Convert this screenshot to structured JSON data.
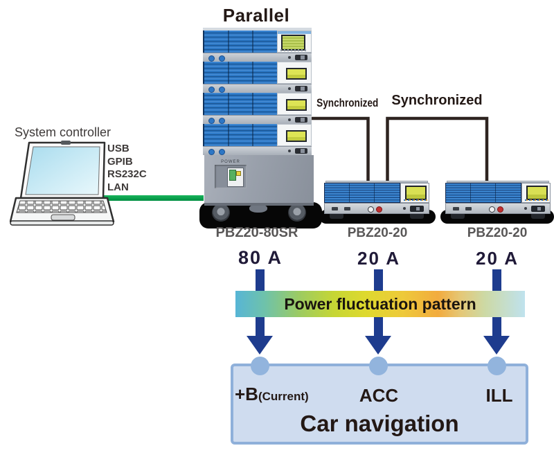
{
  "diagram": {
    "title": "Parallel",
    "controller": {
      "label": "System controller",
      "interfaces": [
        "USB",
        "GPIB",
        "RS232C",
        "LAN"
      ]
    },
    "sync_labels": {
      "left": "Synchronized",
      "right": "Synchronized"
    },
    "devices": {
      "stack": {
        "model": "PBZ20-80SR",
        "current": "80 A",
        "panel_label": "POWER"
      },
      "unit1": {
        "model": "PBZ20-20",
        "current": "20 A"
      },
      "unit2": {
        "model": "PBZ20-20",
        "current": "20 A"
      }
    },
    "band": {
      "label": "Power fluctuation pattern"
    },
    "car_navigation": {
      "title": "Car navigation",
      "input_b_main": "+B",
      "input_b_sub": "(Current)",
      "input_acc": "ACC",
      "input_ill": "ILL"
    },
    "colors": {
      "arrow_blue": "#1e3c8e",
      "cable_green": "#00a14b",
      "device_blue": "#2a74c2",
      "box_fill": "#cfdcef",
      "box_border": "#8fb0da",
      "sync_line": "#2e2420"
    }
  }
}
